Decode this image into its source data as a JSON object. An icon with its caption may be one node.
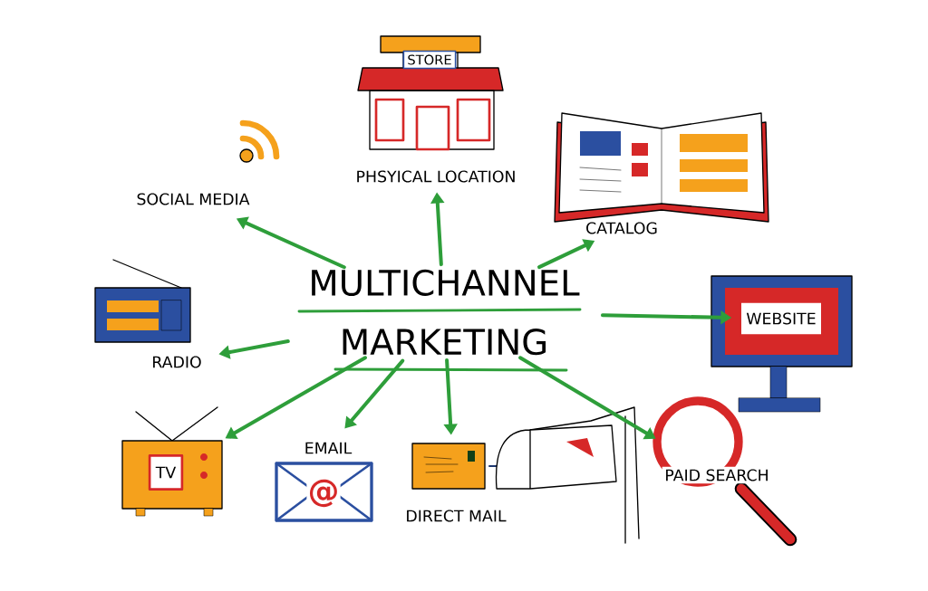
{
  "diagram": {
    "nodes": [
      {
        "text": [
          "MULTICHANNEL MARKETING"
        ]
      },
      {
        "text": [
          "SOCIAL MEDIA"
        ]
      },
      {
        "text": [
          "PHSYICAL LOCATION"
        ]
      },
      {
        "text": [
          "CATALOG"
        ]
      },
      {
        "text": [
          "WEBSITE"
        ]
      },
      {
        "text": [
          "PAID SEARCH"
        ]
      },
      {
        "text": [
          "DIRECT MAIL"
        ]
      },
      {
        "text": [
          "EMAIL"
        ]
      },
      {
        "text": [
          "TV"
        ]
      },
      {
        "text": [
          "RADIO"
        ]
      }
    ],
    "edges": [
      {
        "from": 0,
        "to": 1,
        "arrow": "to"
      },
      {
        "from": 0,
        "to": 2,
        "arrow": "to"
      },
      {
        "from": 0,
        "to": 3,
        "arrow": "to"
      },
      {
        "from": 0,
        "to": 4,
        "arrow": "to"
      },
      {
        "from": 0,
        "to": 5,
        "arrow": "to"
      },
      {
        "from": 0,
        "to": 6,
        "arrow": "to"
      },
      {
        "from": 0,
        "to": 7,
        "arrow": "to"
      },
      {
        "from": 0,
        "to": 8,
        "arrow": "to"
      },
      {
        "from": 0,
        "to": 9,
        "arrow": "to"
      }
    ],
    "labels": [
      "STORE",
      "@"
    ]
  }
}
